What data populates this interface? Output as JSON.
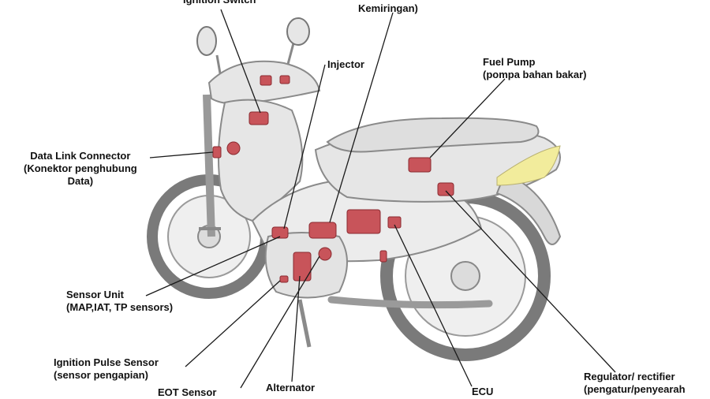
{
  "labels": {
    "ignition_switch": {
      "name": "Ignition Switch"
    },
    "bank_angle": {
      "line2": "Kemiringan)"
    },
    "injector": {
      "name": "Injector"
    },
    "fuel_pump": {
      "name": "Fuel Pump",
      "line2": "(pompa bahan bakar)"
    },
    "dlc": {
      "name": "Data Link Connector",
      "line2": "(Konektor penghubung",
      "line3": "Data)"
    },
    "sensor_unit": {
      "name": "Sensor Unit",
      "line2": "(MAP,IAT, TP sensors)"
    },
    "ignition_pulse": {
      "name": "Ignition Pulse Sensor",
      "line2": "(sensor pengapian)"
    },
    "eot": {
      "name": "EOT Sensor"
    },
    "alternator": {
      "name": "Alternator"
    },
    "ecu": {
      "name": "ECU"
    },
    "regulator": {
      "name": "Regulator/ rectifier",
      "line2": "(pengatur/penyearah"
    }
  },
  "colors": {
    "body_fill": "#e6e6e6",
    "body_stroke": "#8a8a8a",
    "tire": "#7a7a7a",
    "component_red": "#c8545a",
    "seat_highlight": "#f2ec9c",
    "leader_line": "#1a1a1a"
  },
  "icons": [
    "motorcycle-illustration"
  ]
}
